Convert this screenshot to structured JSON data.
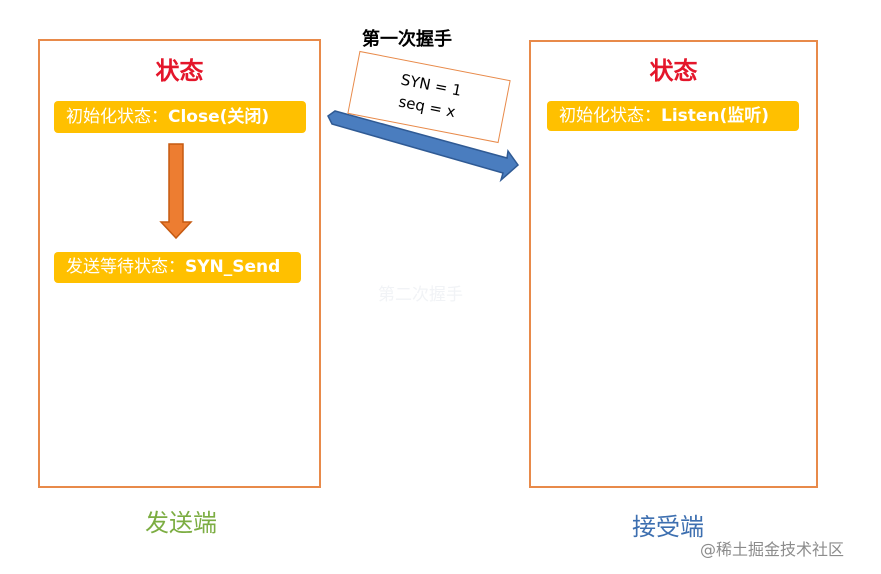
{
  "handshake_label": "第一次握手",
  "faded_label": "第二次握手",
  "packet": {
    "line1": "SYN = 1",
    "line2": "seq = x"
  },
  "sender": {
    "title": "状态",
    "initial_state_prefix": "初始化状态：",
    "initial_state_value": "Close(关闭)",
    "waiting_state_prefix": "发送等待状态：",
    "waiting_state_value": "SYN_Send",
    "caption": "发送端"
  },
  "receiver": {
    "title": "状态",
    "initial_state_prefix": "初始化状态：",
    "initial_state_value": "Listen(监听)",
    "caption": "接受端"
  },
  "watermark": "@稀土掘金技术社区",
  "colors": {
    "panel_border": "#e88a4a",
    "title_red": "#e4162b",
    "state_fill": "#ffc000",
    "transition_arrow": "#ed7d31",
    "send_arrow": "#4a7dbf",
    "sender_caption": "#7cad42",
    "receiver_caption": "#3d6fb0"
  }
}
